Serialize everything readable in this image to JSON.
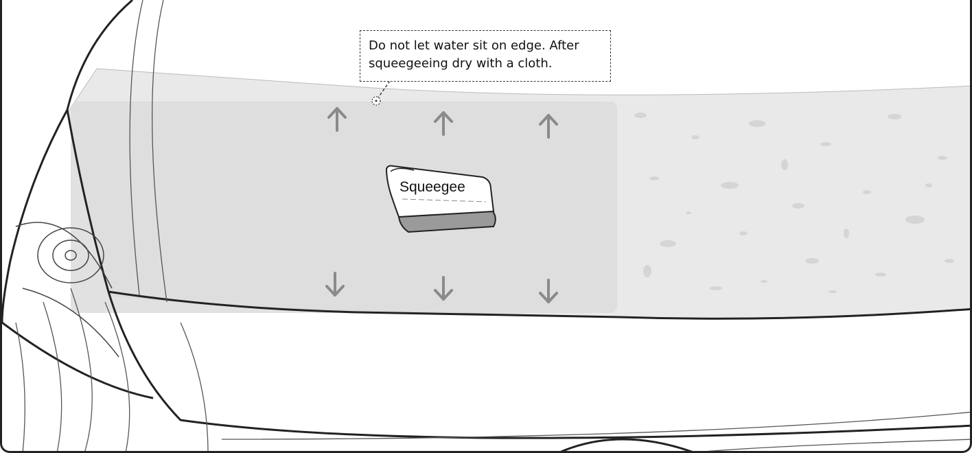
{
  "callout": {
    "line1": "Do not let water sit on edge. After",
    "line2": "squeegeeing dry with a cloth."
  },
  "tool": {
    "label": "Squeegee"
  },
  "colors": {
    "film": "#e8e8e8",
    "wet_zone": "#dcdcdc",
    "arrow": "#8a8a8a",
    "outline": "#222222",
    "blade": "#9a9a9a"
  }
}
